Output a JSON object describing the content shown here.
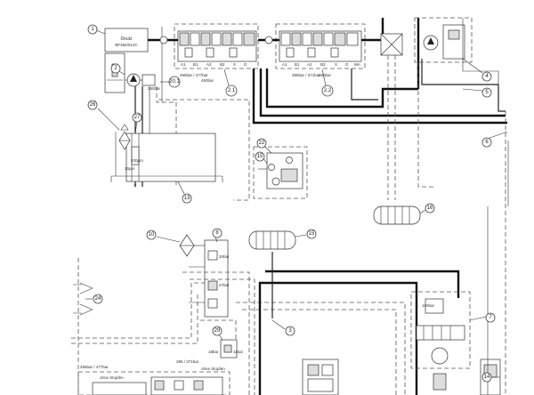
{
  "engine": {
    "line1": "Deutz",
    "line2": "BF4M2012C"
  },
  "callouts": [
    "1",
    "2",
    "20.1",
    "2.1",
    "2.2",
    "4",
    "5",
    "6",
    "13",
    "22",
    "26",
    "27",
    "15",
    "16",
    "10",
    "8",
    "24",
    "3",
    "7",
    "15",
    "29",
    "14"
  ],
  "pressure_labels": {
    "p280bar": "280bar",
    "p495": "495bar / 477bar",
    "p450": "450bar",
    "p395": "395bar / 371bar",
    "p360": "360bar",
    "p20bar": "20bar",
    "p160bar": "160bar",
    "p27bar": "27bar",
    "p18bar": "18bar",
    "p11bar": "11bar",
    "p495b": "495bar / 477bar",
    "p395b": "395 / 371bar",
    "p200um": "200µm",
    "p10um": "10µm"
  },
  "notes": {
    "ohne1": "ohne Stopfen",
    "ohne2": "ohne Stopfen"
  }
}
